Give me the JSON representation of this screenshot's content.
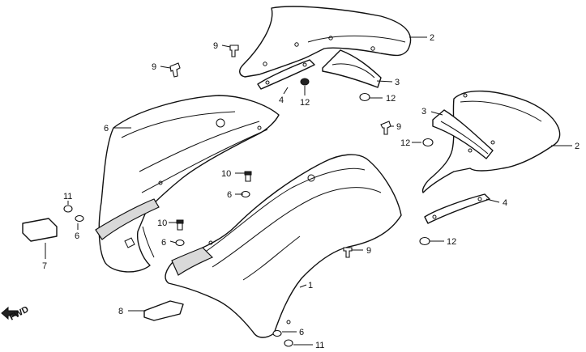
{
  "callouts": {
    "c1": "1",
    "c2a": "2",
    "c2b": "2",
    "c3a": "3",
    "c3b": "3",
    "c4a": "4",
    "c4b": "4",
    "c6a": "6",
    "c6b": "6",
    "c6c": "6",
    "c6d": "6",
    "c6e": "6",
    "c7": "7",
    "c8": "8",
    "c9a": "9",
    "c9b": "9",
    "c9c": "9",
    "c9d": "9",
    "c10a": "10",
    "c10b": "10",
    "c11a": "11",
    "c11b": "11",
    "c12a": "12",
    "c12b": "12",
    "c12c": "12",
    "c12d": "12"
  },
  "direction_marker": {
    "text": "FWD"
  }
}
